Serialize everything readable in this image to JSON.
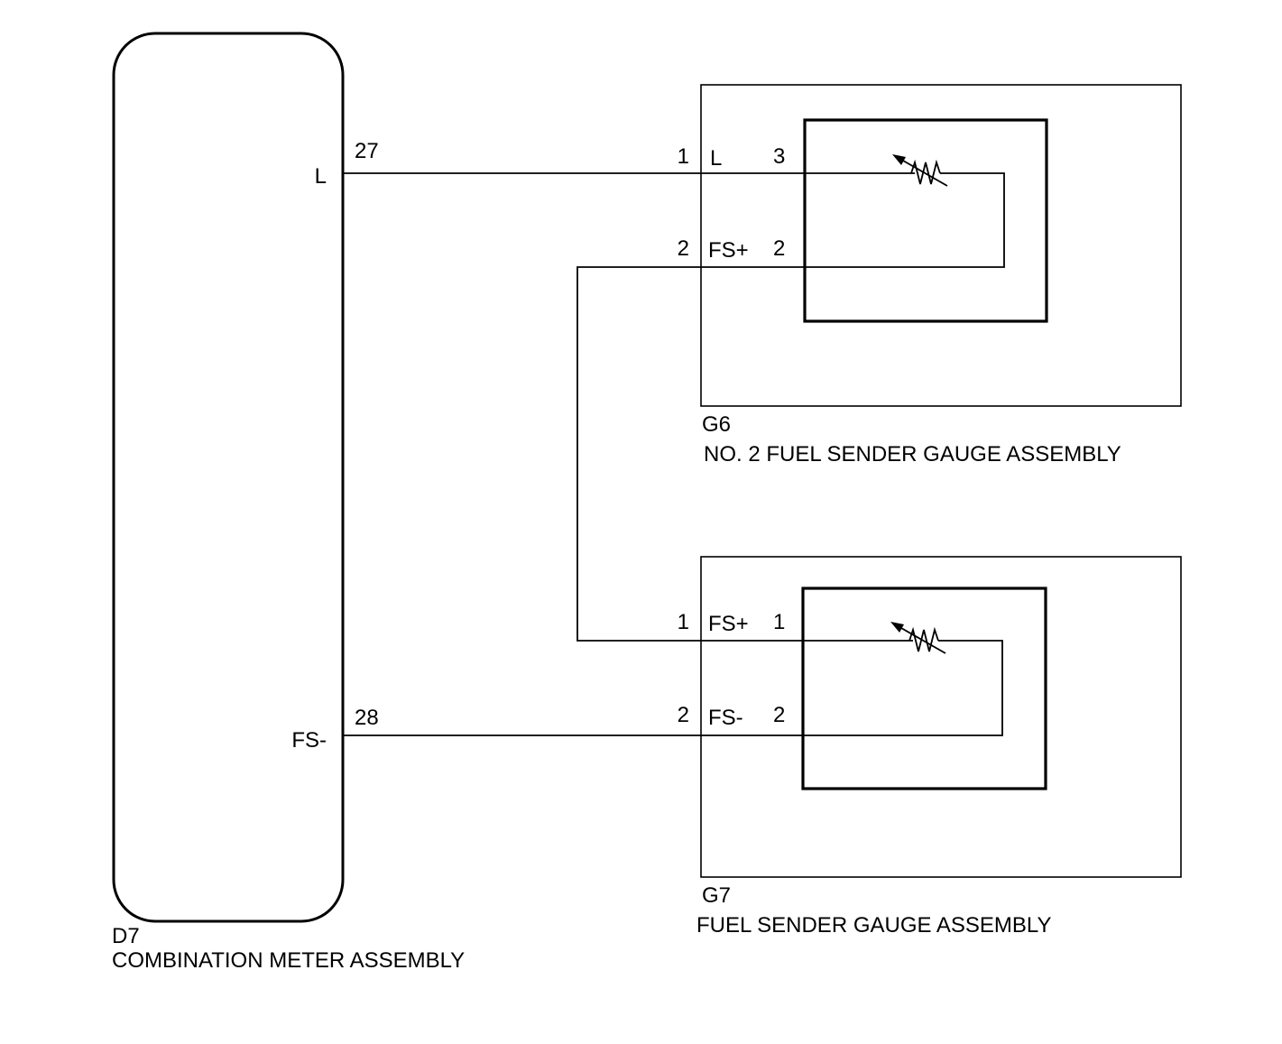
{
  "meter": {
    "connector": "D7",
    "name": "COMBINATION METER ASSEMBLY",
    "terminals": [
      {
        "pin": "27",
        "signal": "L"
      },
      {
        "pin": "28",
        "signal": "FS-"
      }
    ]
  },
  "gauge_g6": {
    "connector": "G6",
    "name": "NO. 2 FUEL SENDER GAUGE ASSEMBLY",
    "pins": [
      {
        "connector_pin": "1",
        "signal": "L",
        "internal_pin": "3"
      },
      {
        "connector_pin": "2",
        "signal": "FS+",
        "internal_pin": "2"
      }
    ]
  },
  "gauge_g7": {
    "connector": "G7",
    "name": "FUEL SENDER GAUGE ASSEMBLY",
    "pins": [
      {
        "connector_pin": "1",
        "signal": "FS+",
        "internal_pin": "1"
      },
      {
        "connector_pin": "2",
        "signal": "FS-",
        "internal_pin": "2"
      }
    ]
  },
  "colors": {
    "line": "#000000",
    "background": "#ffffff"
  }
}
